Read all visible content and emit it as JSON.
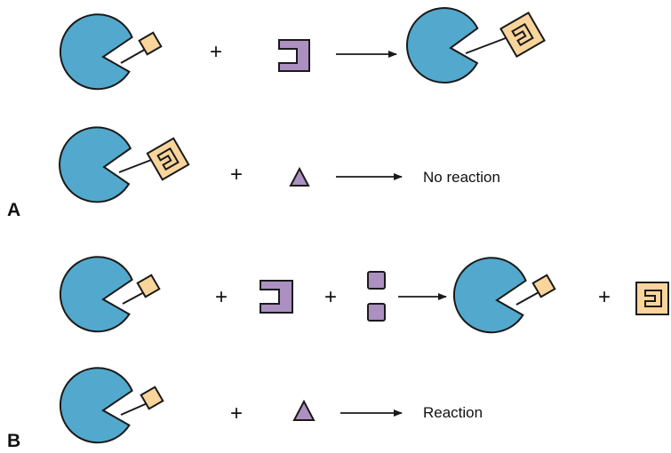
{
  "panels": {
    "a": "A",
    "b": "B"
  },
  "operators": {
    "plus": "+"
  },
  "results": {
    "no_reaction": "No reaction",
    "reaction": "Reaction"
  },
  "colors": {
    "enzyme": "#52a9cd",
    "substrate": "#f9d59b",
    "inhibitor": "#ab90c1",
    "outline": "#1a1a1a"
  },
  "icons": {
    "enzyme": "enzyme-pacman-icon",
    "bound_group": "bound-square-group-icon",
    "receptor": "u-shaped-receptor-icon",
    "triangle": "triangle-molecule-icon",
    "square": "small-square-molecule-icon"
  }
}
